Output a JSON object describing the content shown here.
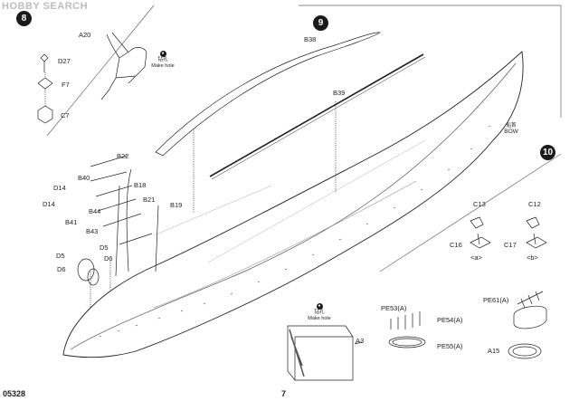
{
  "watermark": "HOBBY SEARCH",
  "product_code": "05328",
  "page_number": "7",
  "steps": [
    "8",
    "9",
    "10"
  ],
  "notes": {
    "make_hole_cn": "钻孔",
    "make_hole_en": "Make hole",
    "bow_cn": "船首",
    "bow_en": "BOW"
  },
  "parts": {
    "a20": "A20",
    "d27": "D27",
    "f7": "F7",
    "c7": "C7",
    "b38": "B38",
    "b39": "B39",
    "b22": "B22",
    "b40": "B40",
    "b18": "B18",
    "d14a": "D14",
    "d14b": "D14",
    "b41": "B41",
    "b44": "B44",
    "b21": "B21",
    "b19": "B19",
    "b43": "B43",
    "d5a": "D5",
    "d5b": "D5",
    "d6a": "D6",
    "d6b": "D6",
    "a3": "A3",
    "c13": "C13",
    "c12": "C12",
    "c16": "C16",
    "c17": "C17",
    "opt_a": "<a>",
    "opt_b": "<b>",
    "pe53": "PE53(A)",
    "pe54": "PE54(A)",
    "pe55": "PE55(A)",
    "pe61": "PE61(A)",
    "a15": "A15"
  }
}
